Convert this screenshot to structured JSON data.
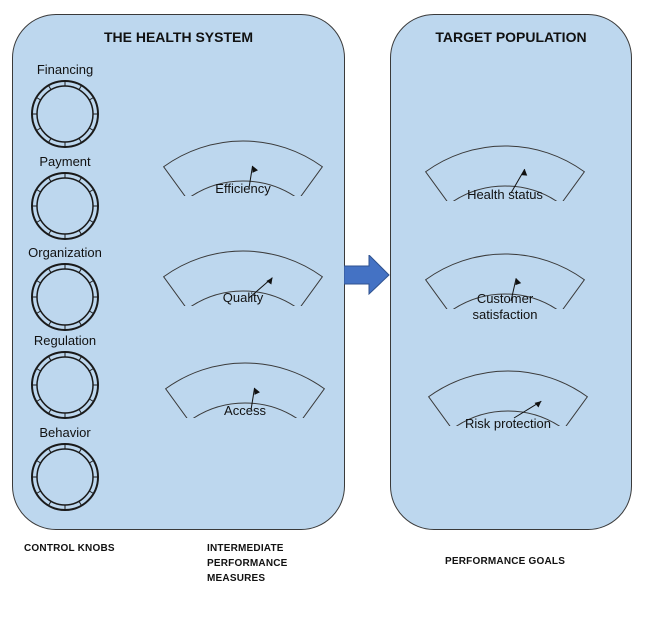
{
  "health_system": {
    "title": "THE HEALTH SYSTEM",
    "control_knobs": [
      {
        "label": "Financing"
      },
      {
        "label": "Payment"
      },
      {
        "label": "Organization"
      },
      {
        "label": "Regulation"
      },
      {
        "label": "Behavior"
      }
    ],
    "intermediate_measures": [
      {
        "label": "Efficiency"
      },
      {
        "label": "Quality"
      },
      {
        "label": "Access"
      }
    ]
  },
  "target_population": {
    "title": "TARGET POPULATION",
    "goals": [
      {
        "label": "Health status"
      },
      {
        "label": "Customer satisfaction"
      },
      {
        "label": "Risk protection"
      }
    ]
  },
  "captions": {
    "control_knobs": "CONTROL KNOBS",
    "intermediate_line1": "INTERMEDIATE",
    "intermediate_line2": "PERFORMANCE",
    "intermediate_line3": "MEASURES",
    "performance_goals": "PERFORMANCE GOALS"
  },
  "colors": {
    "panel_fill": "#bdd7ee",
    "arrow_fill": "#4472c4",
    "outline": "#3a3a3a"
  }
}
